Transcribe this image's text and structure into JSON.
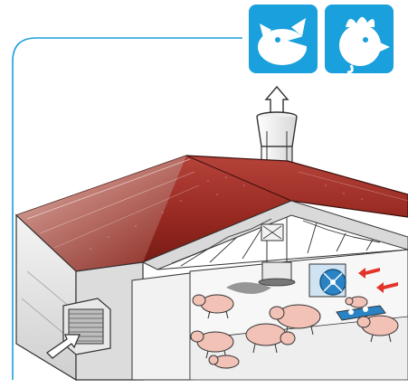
{
  "colors": {
    "accent": "#1aa0dc",
    "roof": "#9a2b22",
    "roof_dark": "#6f1a14",
    "wall": "#e6e6e6",
    "wall_shade": "#c9c9c9",
    "pig": "#f2c2b6",
    "fan_blue": "#2a83c4",
    "arrow_red": "#e2342a"
  },
  "icons": {
    "left": {
      "name": "pig-face-icon"
    },
    "right": {
      "name": "chicken-face-icon"
    }
  },
  "illustration": {
    "subject": "ventilated-livestock-barn",
    "pig_count": 7,
    "fan_count": 2
  }
}
